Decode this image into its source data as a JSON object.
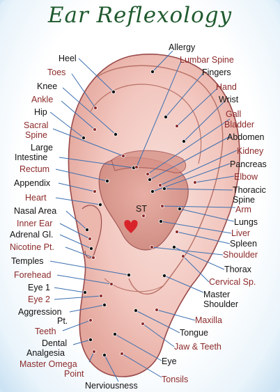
{
  "title": "Ear Reflexology",
  "labels": {
    "allergy": "Allergy",
    "lumbar_spine": "Lumbar Spine",
    "heel": "Heel",
    "fingers": "Fingers",
    "toes": "Toes",
    "hand": "Hand",
    "knee": "Knee",
    "wrist": "Wrist",
    "ankle": "Ankle",
    "gall": "Gall",
    "hip": "Hip",
    "bladder": "Bladder",
    "sacral": "Sacral",
    "spine": "Spine",
    "abdomen": "Abdomen",
    "large": "Large",
    "intestine": "Intestine",
    "kidney": "Kidney",
    "pancreas": "Pancreas",
    "rectum": "Rectum",
    "elbow": "Elbow",
    "appendix": "Appendix",
    "thoracic": "Thoracic",
    "thoracic_spine": "Spine",
    "heart": "Heart",
    "arm": "Arm",
    "st": "ST",
    "nasal_area": "Nasal Area",
    "lungs": "Lungs",
    "inner_ear": "Inner Ear",
    "liver": "Liver",
    "adrenal": "Adrenal Gl.",
    "spleen": "Spleen",
    "nicotine": "Nicotine Pt.",
    "shoulder": "Shoulder",
    "temples": "Temples",
    "thorax": "Thorax",
    "forehead": "Forehead",
    "cervical": "Cervical Sp.",
    "eye1": "Eye 1",
    "master": "Master",
    "master_shoulder": "Shoulder",
    "eye2": "Eye 2",
    "aggression": "Aggression",
    "pt": "Pt.",
    "maxilla": "Maxilla",
    "teeth": "Teeth",
    "tongue": "Tongue",
    "dental": "Dental",
    "analgesia": "Analgesia",
    "jaw": "Jaw & Teeth",
    "master_omega": "Master Omega",
    "point": "Point",
    "eye": "Eye",
    "tonsils": "Tonsils",
    "nerviousness": "Nerviousness"
  },
  "colors": {
    "title": "#1f5a2e",
    "label_black": "#111111",
    "label_red": "#8c2a2a",
    "leader": "#3b6fb0",
    "ear_fill": "#f3c9c1",
    "ear_outline": "#9a4b4b",
    "heart": "#d8232a"
  }
}
